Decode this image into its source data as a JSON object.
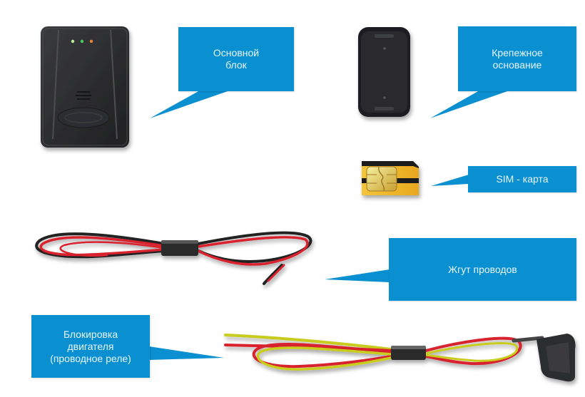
{
  "labels": {
    "main_unit": "Основной\nблок",
    "mount_base": "Крепежное\nоснование",
    "sim_card": "SIM - карта",
    "wire_harness": "Жгут проводов",
    "engine_block": "Блокировка\nдвигателя\n(проводное реле)"
  },
  "colors": {
    "callout_blue": "#0a8fd0",
    "callout_text": "#e8f6ff",
    "device_black": "#2a2b2d",
    "wire_red": "#d8202f",
    "wire_black": "#222222",
    "wire_yellow": "#c8cc1a",
    "sim_gold": "#f0b82a",
    "led_1": "#b8f0a0",
    "led_2": "#3fd35a",
    "led_3": "#e8873a"
  },
  "items": [
    {
      "id": "main_unit",
      "icon": "gps-tracker-unit-icon"
    },
    {
      "id": "mount_base",
      "icon": "mount-bracket-icon"
    },
    {
      "id": "sim_card",
      "icon": "sim-card-icon"
    },
    {
      "id": "wire_harness",
      "icon": "wire-harness-icon"
    },
    {
      "id": "engine_block",
      "icon": "relay-wire-icon"
    }
  ]
}
